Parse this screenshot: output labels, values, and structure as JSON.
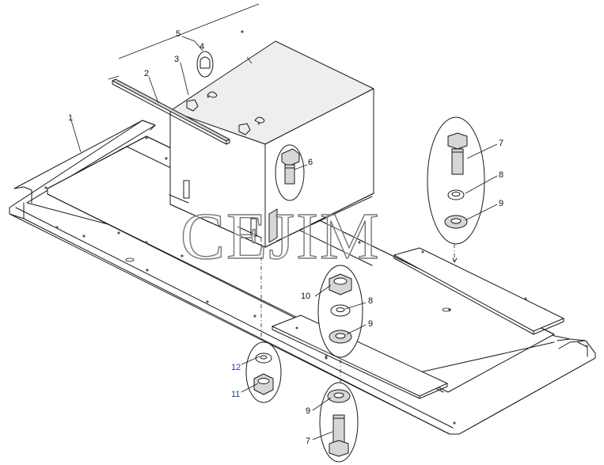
{
  "watermark": "CEJIM",
  "callouts": {
    "c1": "1",
    "c2": "2",
    "c3": "3",
    "c4": "4",
    "c5": "5",
    "c6": "6",
    "c7_top": "7",
    "c8_top": "8",
    "c9_top": "9",
    "c10": "10",
    "c8_mid": "8",
    "c9_mid": "9",
    "c12": "12",
    "c11": "11",
    "c9_bot": "9",
    "c7_bot": "7"
  },
  "colors": {
    "line": "#1a1a1a",
    "callout_blue": "#1f3f99",
    "watermark_stroke": "#777777"
  }
}
